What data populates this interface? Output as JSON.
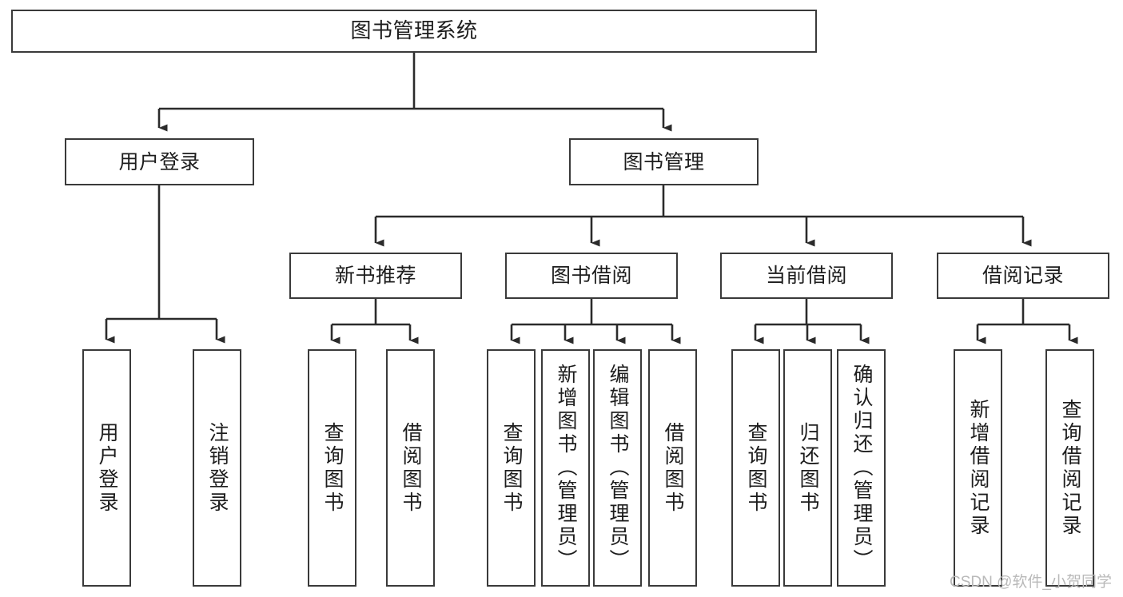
{
  "diagram": {
    "title": "图书管理系统",
    "type": "tree-hierarchy",
    "root": {
      "label": "图书管理系统"
    },
    "level2": [
      {
        "label": "用户登录"
      },
      {
        "label": "图书管理"
      }
    ],
    "level3": [
      {
        "label": "新书推荐"
      },
      {
        "label": "图书借阅"
      },
      {
        "label": "当前借阅"
      },
      {
        "label": "借阅记录"
      }
    ],
    "leaves": {
      "user_login": [
        {
          "label": "用户登录"
        },
        {
          "label": "注销登录"
        }
      ],
      "new_book_recommend": [
        {
          "label": "查询图书"
        },
        {
          "label": "借阅图书"
        }
      ],
      "book_borrow": [
        {
          "label": "查询图书"
        },
        {
          "label": "新增图书（管理员）"
        },
        {
          "label": "编辑图书（管理员）"
        },
        {
          "label": "借阅图书"
        }
      ],
      "current_borrow": [
        {
          "label": "查询图书"
        },
        {
          "label": "归还图书"
        },
        {
          "label": "确认归还（管理员）"
        }
      ],
      "borrow_record": [
        {
          "label": "新增借阅记录"
        },
        {
          "label": "查询借阅记录"
        }
      ]
    }
  },
  "watermark": {
    "text": "CSDN @软件_小贺同学"
  },
  "colors": {
    "box_border": "#3a3a3a",
    "box_fill": "#ffffff",
    "connector": "#2b2b2b",
    "text": "#1d1d1d",
    "watermark": "#b9b9b9"
  }
}
